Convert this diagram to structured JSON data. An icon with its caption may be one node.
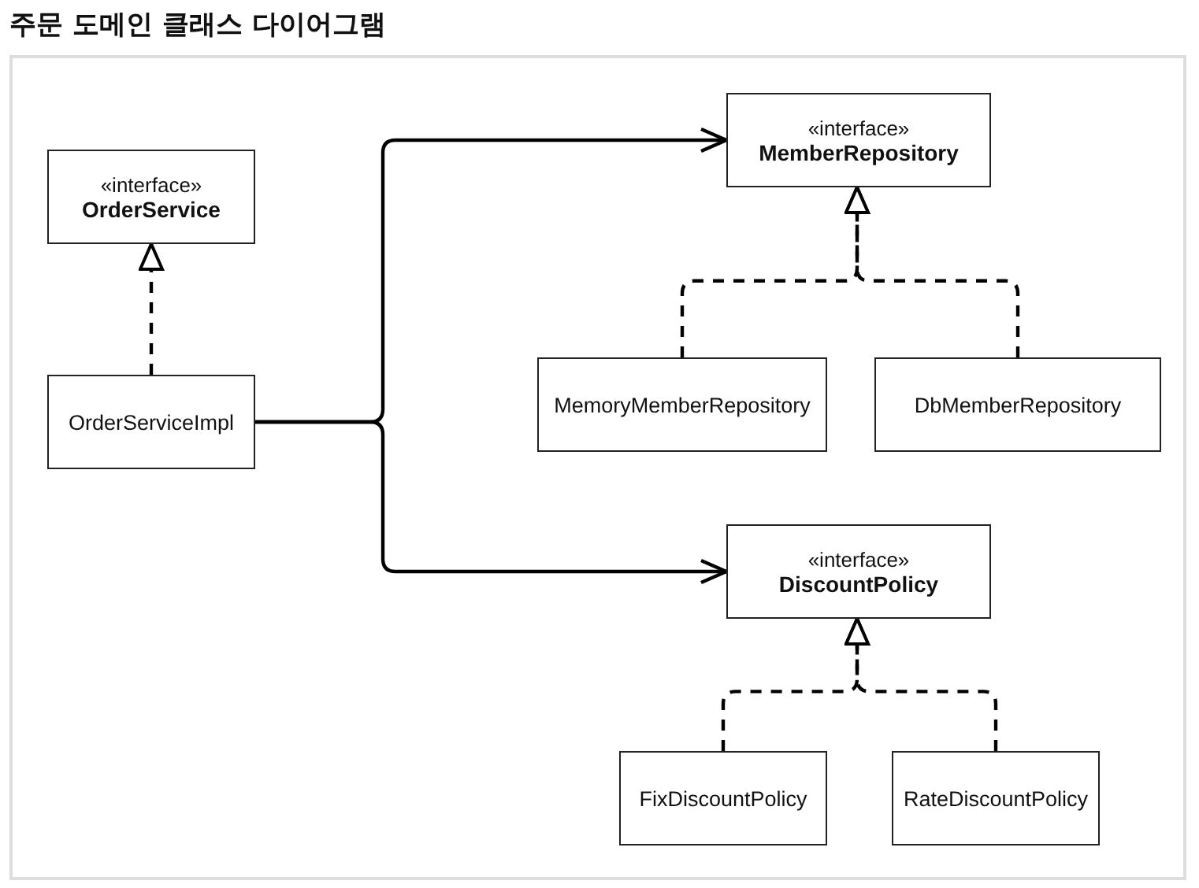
{
  "diagram": {
    "title": "주문 도메인 클래스 다이어그램",
    "nodes": [
      {
        "text": [
          "«interface»",
          "OrderService"
        ]
      },
      {
        "text": [
          "«interface»",
          "MemberRepository"
        ]
      },
      {
        "text": [
          "OrderServiceImpl"
        ]
      },
      {
        "text": [
          "MemoryMemberRepository"
        ]
      },
      {
        "text": [
          "DbMemberRepository"
        ]
      },
      {
        "text": [
          "«interface»",
          "DiscountPolicy"
        ]
      },
      {
        "text": [
          "FixDiscountPolicy"
        ]
      },
      {
        "text": [
          "RateDiscountPolicy"
        ]
      }
    ],
    "edges": [
      {
        "from": 2,
        "to": 0,
        "arrow": "to",
        "style": "dashed"
      },
      {
        "from": 2,
        "to": 1,
        "arrow": "to"
      },
      {
        "from": 2,
        "to": 5,
        "arrow": "to"
      },
      {
        "from": 3,
        "to": 1,
        "arrow": "to",
        "style": "dashed"
      },
      {
        "from": 4,
        "to": 1,
        "arrow": "to",
        "style": "dashed"
      },
      {
        "from": 6,
        "to": 5,
        "arrow": "to",
        "style": "dashed"
      },
      {
        "from": 7,
        "to": 5,
        "arrow": "to",
        "style": "dashed"
      }
    ]
  }
}
